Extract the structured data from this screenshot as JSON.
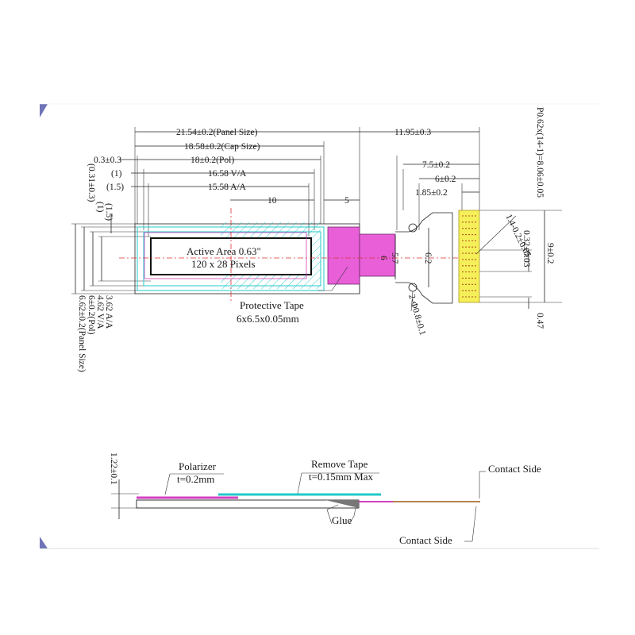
{
  "colors": {
    "frame_corner": "#6f73b8",
    "protective_tape": "#e85fd8",
    "active_area_hatch": "#22c9c9",
    "fpc_pads": "#f5ef5a",
    "centerline": "#e03030",
    "polarizer": "#d23fbf",
    "remove_tape": "#22c9c9",
    "contact_flex": "#b5824f"
  },
  "top_view": {
    "dims_top": {
      "panel_size": "21.54±0.2(Panel Size)",
      "cap_size": "18.58±0.2(Cap Size)",
      "pol_offset": "0.3±0.3",
      "pol": "18±0.2(Pol)",
      "va_offset": "(1)",
      "va": "16.58 V/A",
      "aa_offset": "(1.5)",
      "aa": "15.58 A/A",
      "center_ten": "10",
      "five": "5",
      "fpc_length": "11.95±0.3",
      "fpc_75": "7.5±0.2",
      "fpc_6": "6±0.2",
      "fpc_185": "1.85±0.2"
    },
    "dims_left": {
      "off_031": "(0.31±0.3)",
      "off_1": "(1)",
      "off_15": "(1.5)",
      "aa_h": "3.62 A/A",
      "va_h": "4.62 V/A",
      "pol_h": "6±0.2(Pol)",
      "panel_h": "6.62±0.2(Panel Size)"
    },
    "dims_right": {
      "pitch": "P0.62x(14-1)=8.06±0.05",
      "height": "9±0.2",
      "pad_w": "0.32±0.03",
      "pad_gap": "0.47",
      "pad_len": "1.4-0.2±0.05",
      "hole": "2-Φ0.8±0.1",
      "fpc_57": "5.7",
      "fpc_62": "6.2",
      "center_6": "6"
    },
    "active_area": {
      "title": "Active Area 0.63\"",
      "pixels": "120 x 28 Pixels"
    },
    "protective_tape": {
      "label": "Protective Tape",
      "size": "6x6.5x0.05mm"
    },
    "fpc_pads_count": 14
  },
  "side_view": {
    "thickness": "1.22±0.1",
    "polarizer_label": "Polarizer",
    "polarizer_t": "t=0.2mm",
    "remove_tape_label": "Remove Tape",
    "remove_tape_t": "t=0.15mm Max",
    "glue": "Glue",
    "contact_side_top": "Contact Side",
    "contact_side_bottom": "Contact Side"
  }
}
